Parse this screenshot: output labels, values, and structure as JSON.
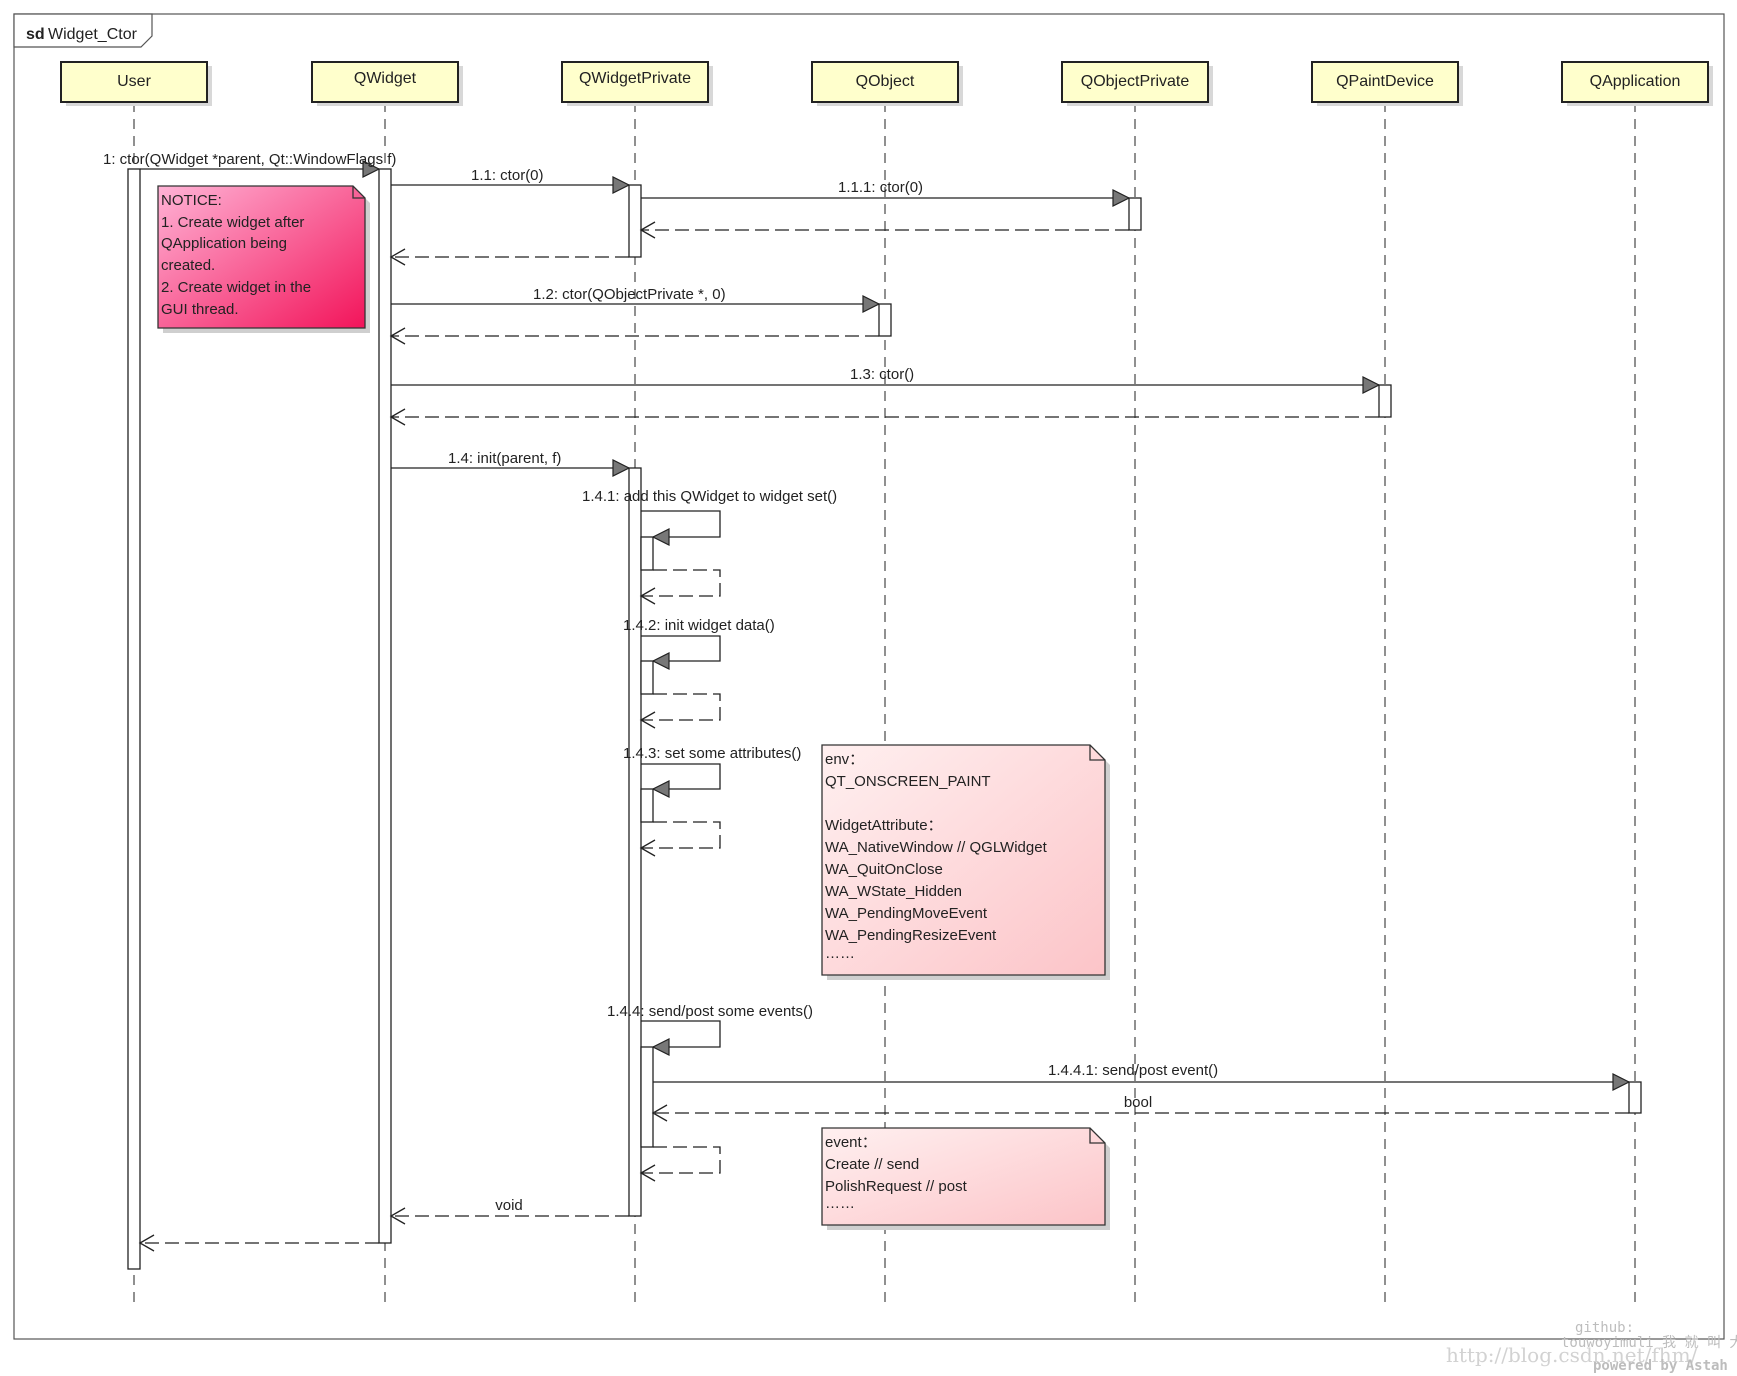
{
  "frame": {
    "keyword": "sd",
    "name": "Widget_Ctor"
  },
  "lifelines": [
    {
      "id": "user",
      "label": "User"
    },
    {
      "id": "qwidget",
      "label": "QWidget"
    },
    {
      "id": "qwidgetprivate",
      "label": "QWidgetPrivate"
    },
    {
      "id": "qobject",
      "label": "QObject"
    },
    {
      "id": "qobjectprivate",
      "label": "QObjectPrivate"
    },
    {
      "id": "qpaintdevice",
      "label": "QPaintDevice"
    },
    {
      "id": "qapplication",
      "label": "QApplication"
    }
  ],
  "messages": [
    {
      "id": "m1",
      "label": "1: ctor(QWidget *parent, Qt::WindowFlags f)"
    },
    {
      "id": "m1_1",
      "label": "1.1: ctor(0)"
    },
    {
      "id": "m1_1_1",
      "label": "1.1.1: ctor(0)"
    },
    {
      "id": "m1_2",
      "label": "1.2: ctor(QObjectPrivate *, 0)"
    },
    {
      "id": "m1_3",
      "label": "1.3: ctor()"
    },
    {
      "id": "m1_4",
      "label": "1.4: init(parent, f)"
    },
    {
      "id": "m1_4_1",
      "label": "1.4.1: add this QWidget to widget set()"
    },
    {
      "id": "m1_4_2",
      "label": "1.4.2: init widget data()"
    },
    {
      "id": "m1_4_3",
      "label": "1.4.3: set some attributes()"
    },
    {
      "id": "m1_4_4",
      "label": "1.4.4: send/post some events()"
    },
    {
      "id": "m1_4_4_1",
      "label": "1.4.4.1: send/post event()"
    },
    {
      "id": "r1_4_4_1",
      "label": "bool"
    },
    {
      "id": "r1_4",
      "label": "void"
    }
  ],
  "notes": [
    {
      "id": "notice",
      "lines": [
        "NOTICE:",
        "1. Create widget after",
        "QApplication being",
        "created.",
        "2. Create widget in the",
        "GUI thread."
      ]
    },
    {
      "id": "env",
      "lines": [
        "env：",
        "QT_ONSCREEN_PAINT",
        "",
        "WidgetAttribute：",
        "WA_NativeWindow // QGLWidget",
        "WA_QuitOnClose",
        "WA_WState_Hidden",
        "WA_PendingMoveEvent",
        "WA_PendingResizeEvent",
        "……"
      ]
    },
    {
      "id": "event",
      "lines": [
        "event：",
        "Create // send",
        "PolishRequest // post",
        "……"
      ]
    }
  ],
  "watermark": {
    "line1": "github:",
    "line2": "touwoyimuli 我 就 叫 大 毛",
    "url": "http://blog.csdn.net/fhm/",
    "powered": "powered by Astah"
  },
  "colors": {
    "lifeline_fill": "#ffffcc",
    "note_notice_start": "#ffb3d6",
    "note_notice_end": "#f2145a",
    "note_light_start": "#fff0f0",
    "note_light_end": "#fcc4c8",
    "line": "#222222"
  }
}
